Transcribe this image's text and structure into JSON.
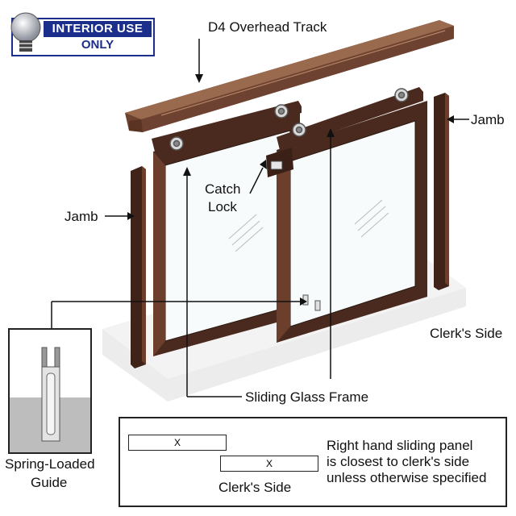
{
  "badge": {
    "line1": "INTERIOR USE",
    "line2": "ONLY",
    "icon": "lightbulb-icon",
    "color": "#1c2e8c"
  },
  "labels": {
    "overhead_track": "D4 Overhead Track",
    "jamb_right": "Jamb",
    "jamb_left": "Jamb",
    "catch_lock_line1": "Catch",
    "catch_lock_line2": "Lock",
    "clerks_side": "Clerk's Side",
    "sliding_glass_frame": "Sliding Glass Frame",
    "spring_guide_line1": "Spring-Loaded",
    "spring_guide_line2": "Guide"
  },
  "legend": {
    "panel_marks": [
      "X",
      "X"
    ],
    "note_lines": [
      "Right hand sliding panel",
      "is closest to clerk's side",
      "unless otherwise specified"
    ],
    "clerks_side": "Clerk's Side"
  },
  "colors": {
    "frame_bronze": "#4a2a1e",
    "track_bronze": "#7a4a32",
    "sill_gray": "#ececec",
    "glass": "#f7fbfc"
  }
}
